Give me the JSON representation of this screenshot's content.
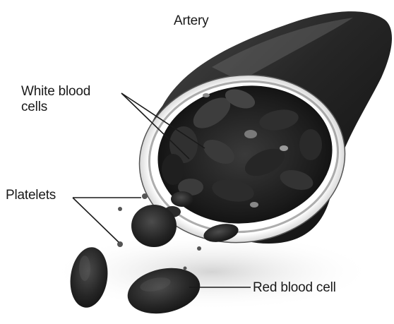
{
  "labels": {
    "artery": "Artery",
    "white_blood_cells_line1": "White blood",
    "white_blood_cells_line2": "cells",
    "platelets": "Platelets",
    "red_blood_cell": "Red blood cell"
  }
}
